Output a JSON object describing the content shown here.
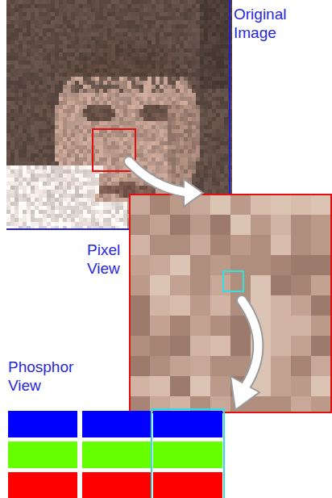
{
  "diagram": {
    "labels": [
      "Original Image",
      "Pixel View",
      "Phosphor View"
    ]
  }
}
